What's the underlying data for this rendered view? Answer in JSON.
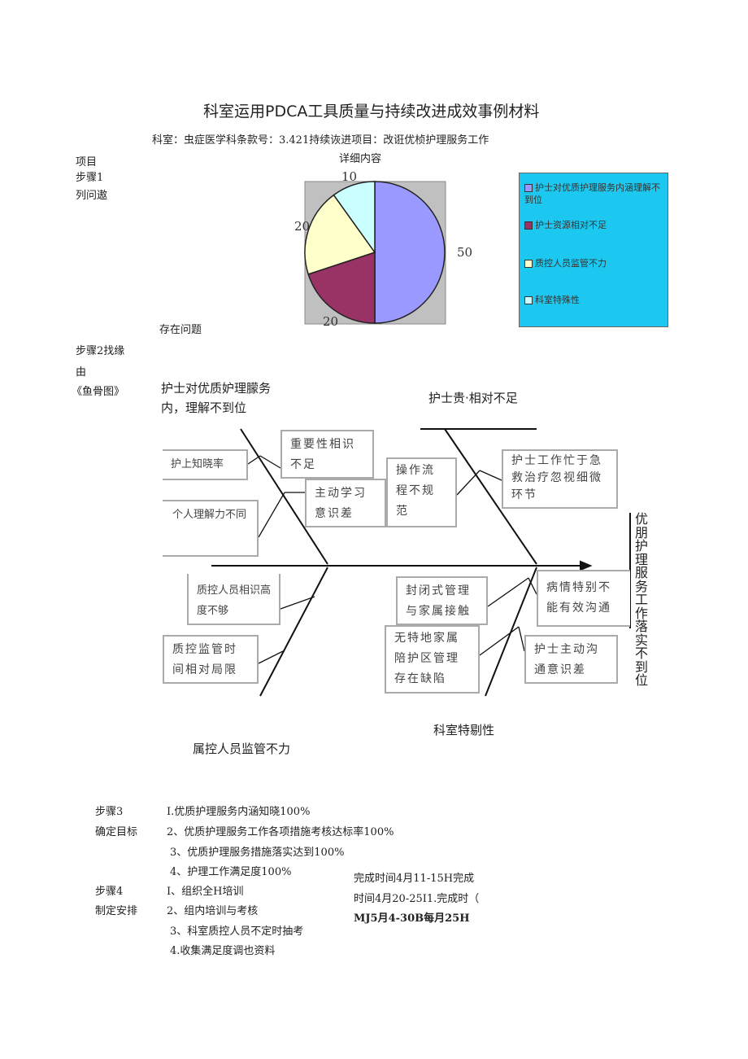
{
  "title": "科室运用PDCA工具质量与持续改进成效事例材料",
  "subtitle": "科室：虫症医学科条款号：3.421持续诙进项目：改诳优桢护理服务工作",
  "left_labels": {
    "item": "项目",
    "step1": "步骤1",
    "step1b": "列问遨",
    "step2a": "步骤2找缘",
    "step2b": "由",
    "step2c": "《鱼骨图》"
  },
  "detail_header": "详细内容",
  "problem_label": "存在问题",
  "chart_data": {
    "type": "pie",
    "values": [
      50,
      20,
      20,
      10
    ],
    "labels": [
      "护士对优质护理服务内涵理解不到位",
      "护士资源相对不足",
      "质控人员监管不力",
      "科室特殊性"
    ],
    "data_labels": [
      "50",
      "20",
      "20",
      "10"
    ],
    "colors": [
      "#9999ff",
      "#993366",
      "#ffffcc",
      "#ccffff"
    ],
    "legend_placement": "right",
    "legend_bg": "#1cc8f0",
    "plot_bg": "#c0c0c0"
  },
  "fishbone": {
    "head": "优朋护理服务工作落实不到位",
    "categories": [
      "护士对优质妒理朦务内，理解不到位",
      "护士贵·相对不足",
      "科室特剔性",
      "属控人员监管不力"
    ],
    "cat1a": "护士对优质妒理朦务",
    "cat1b": "内，理解不到位",
    "causes": [
      "护上知晓率",
      "重要性相识不足",
      "主动学习意识差",
      "操作流程不规范",
      "护士工作忙于急救治疗忽视细微环节",
      "个人理解力不同",
      "质控人员相识高度不够",
      "质控监管时间相对局限",
      "封闭式管理与家属接触",
      "病情特别不能有效沟通",
      "无特地家属陪护区管理存在缺陷",
      "护士主动沟通意识差"
    ]
  },
  "step3": {
    "label": "步骤3",
    "label2": "确定目标",
    "items": [
      "I.优质护理服务内涵知晓100%",
      "2、优质护理服务工作各项措施考核达标率100%",
      "3、优质护理服务措施落实达到100%",
      "4、护理工作满足度100%"
    ]
  },
  "step4": {
    "label": "步骤4",
    "label2": "制定安排",
    "items": [
      "I、组织全H培训",
      "2、组内培训与考核",
      "3、科室质控人员不定时抽考",
      "4.收集满足度调也资料"
    ],
    "times": [
      "完成时间4月11-15H完成",
      "时间4月20-25I1.完成时（",
      "MJ5月4-30B每月25H"
    ]
  }
}
